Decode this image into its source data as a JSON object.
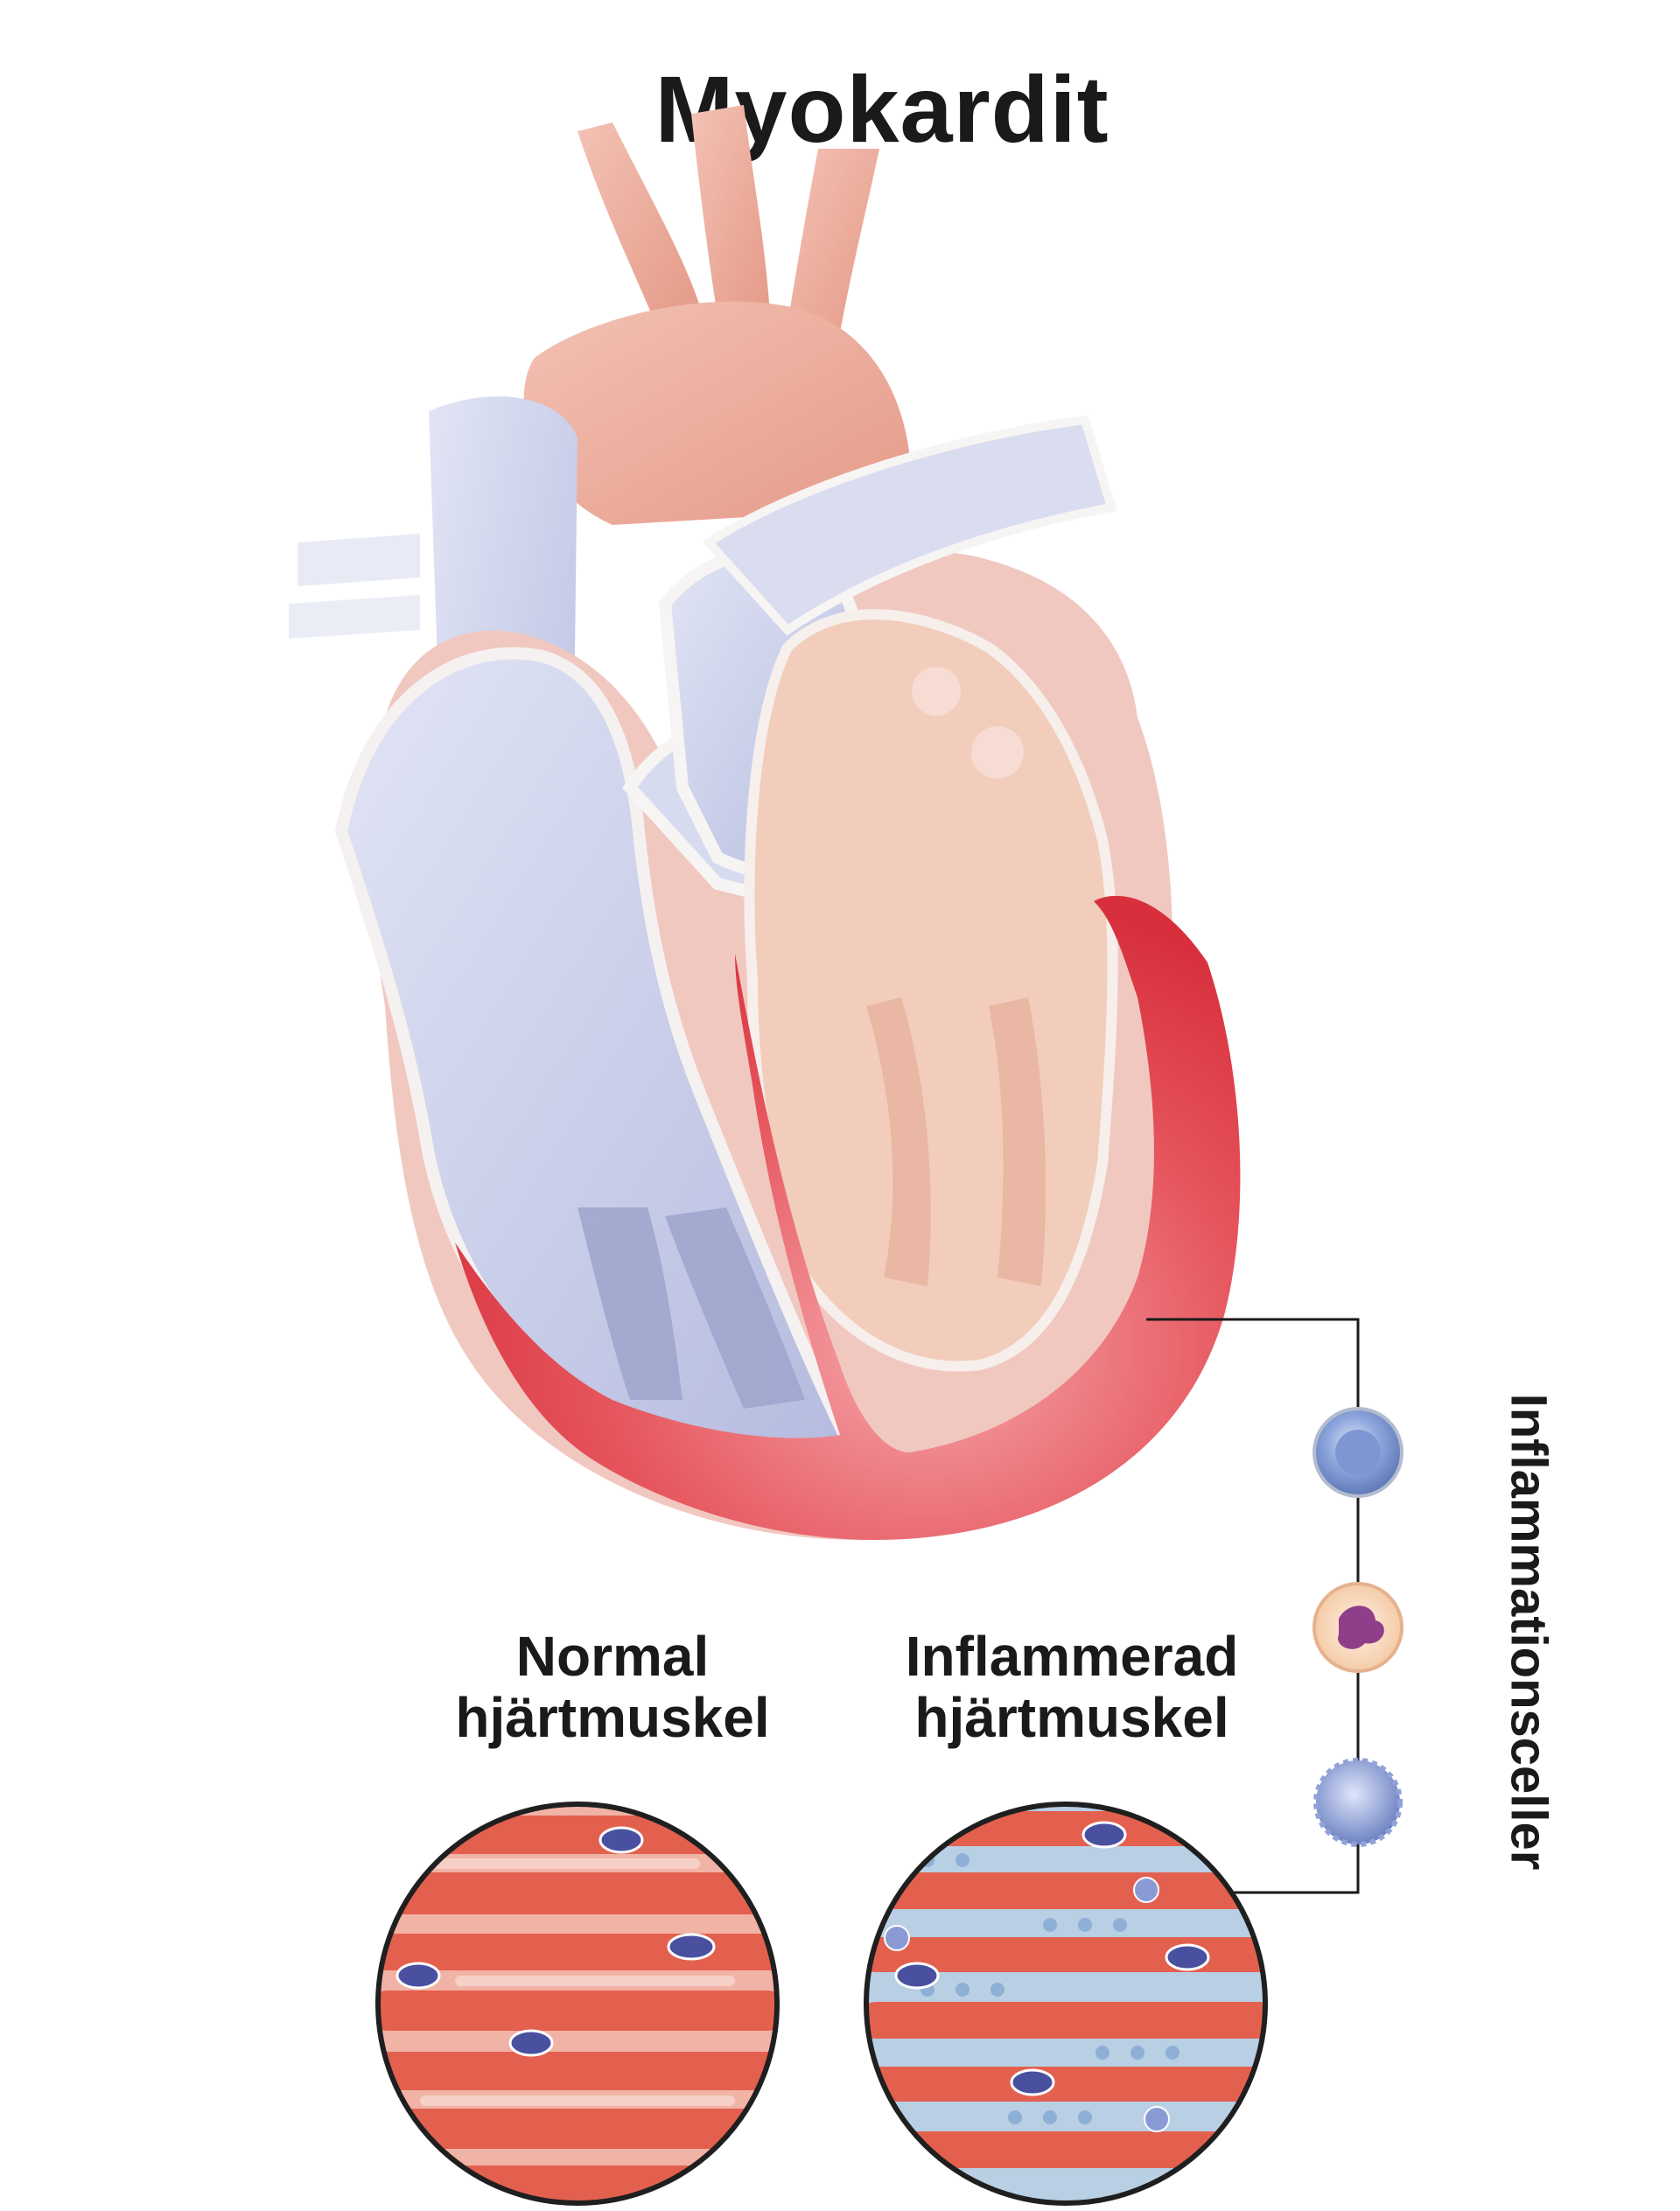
{
  "title": "Myokardit",
  "labels": {
    "normal_line1": "Normal",
    "normal_line2": "hjärtmuskel",
    "inflamed_line1": "Inflammerad",
    "inflamed_line2": "hjärtmuskel",
    "cells": "Inflammationsceller"
  },
  "colors": {
    "artery": "#e9a595",
    "vein": "#c7cbe6",
    "inflamed_muscle": "#de3c47",
    "muscle_fiber": "#e3604f",
    "text": "#1a1a1a"
  }
}
